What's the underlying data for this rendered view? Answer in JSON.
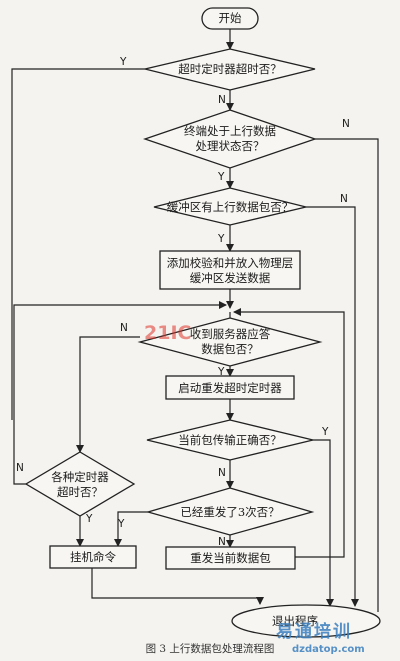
{
  "diagram": {
    "start": "开始",
    "d_timeout": "超时定时器超时否？",
    "d_state_l1": "终端处于上行数据",
    "d_state_l2": "处理状态否？",
    "d_buffer": "缓冲区有上行数据包否？",
    "p_add_l1": "添加校验和并放入物理层",
    "p_add_l2": "缓冲区发送数据",
    "d_recv_l1": "收到服务器应答",
    "d_recv_l2": "数据包否？",
    "p_timer": "启动重发超时定时器",
    "d_correct": "当前包传输正确否？",
    "d_timers_l1": "各种定时器",
    "d_timers_l2": "超时否？",
    "d_resent": "已经重发了3次否？",
    "p_hangup": "挂机命令",
    "p_resend": "重发当前数据包",
    "end": "退出程序",
    "yes": "Y",
    "no": "N",
    "caption": "图 3  上行数据包处理流程图"
  },
  "watermark": {
    "logo": "21IC",
    "cn_text": "易通培训",
    "url": "dzdatop.com",
    "logo_color": "#e0352b"
  }
}
